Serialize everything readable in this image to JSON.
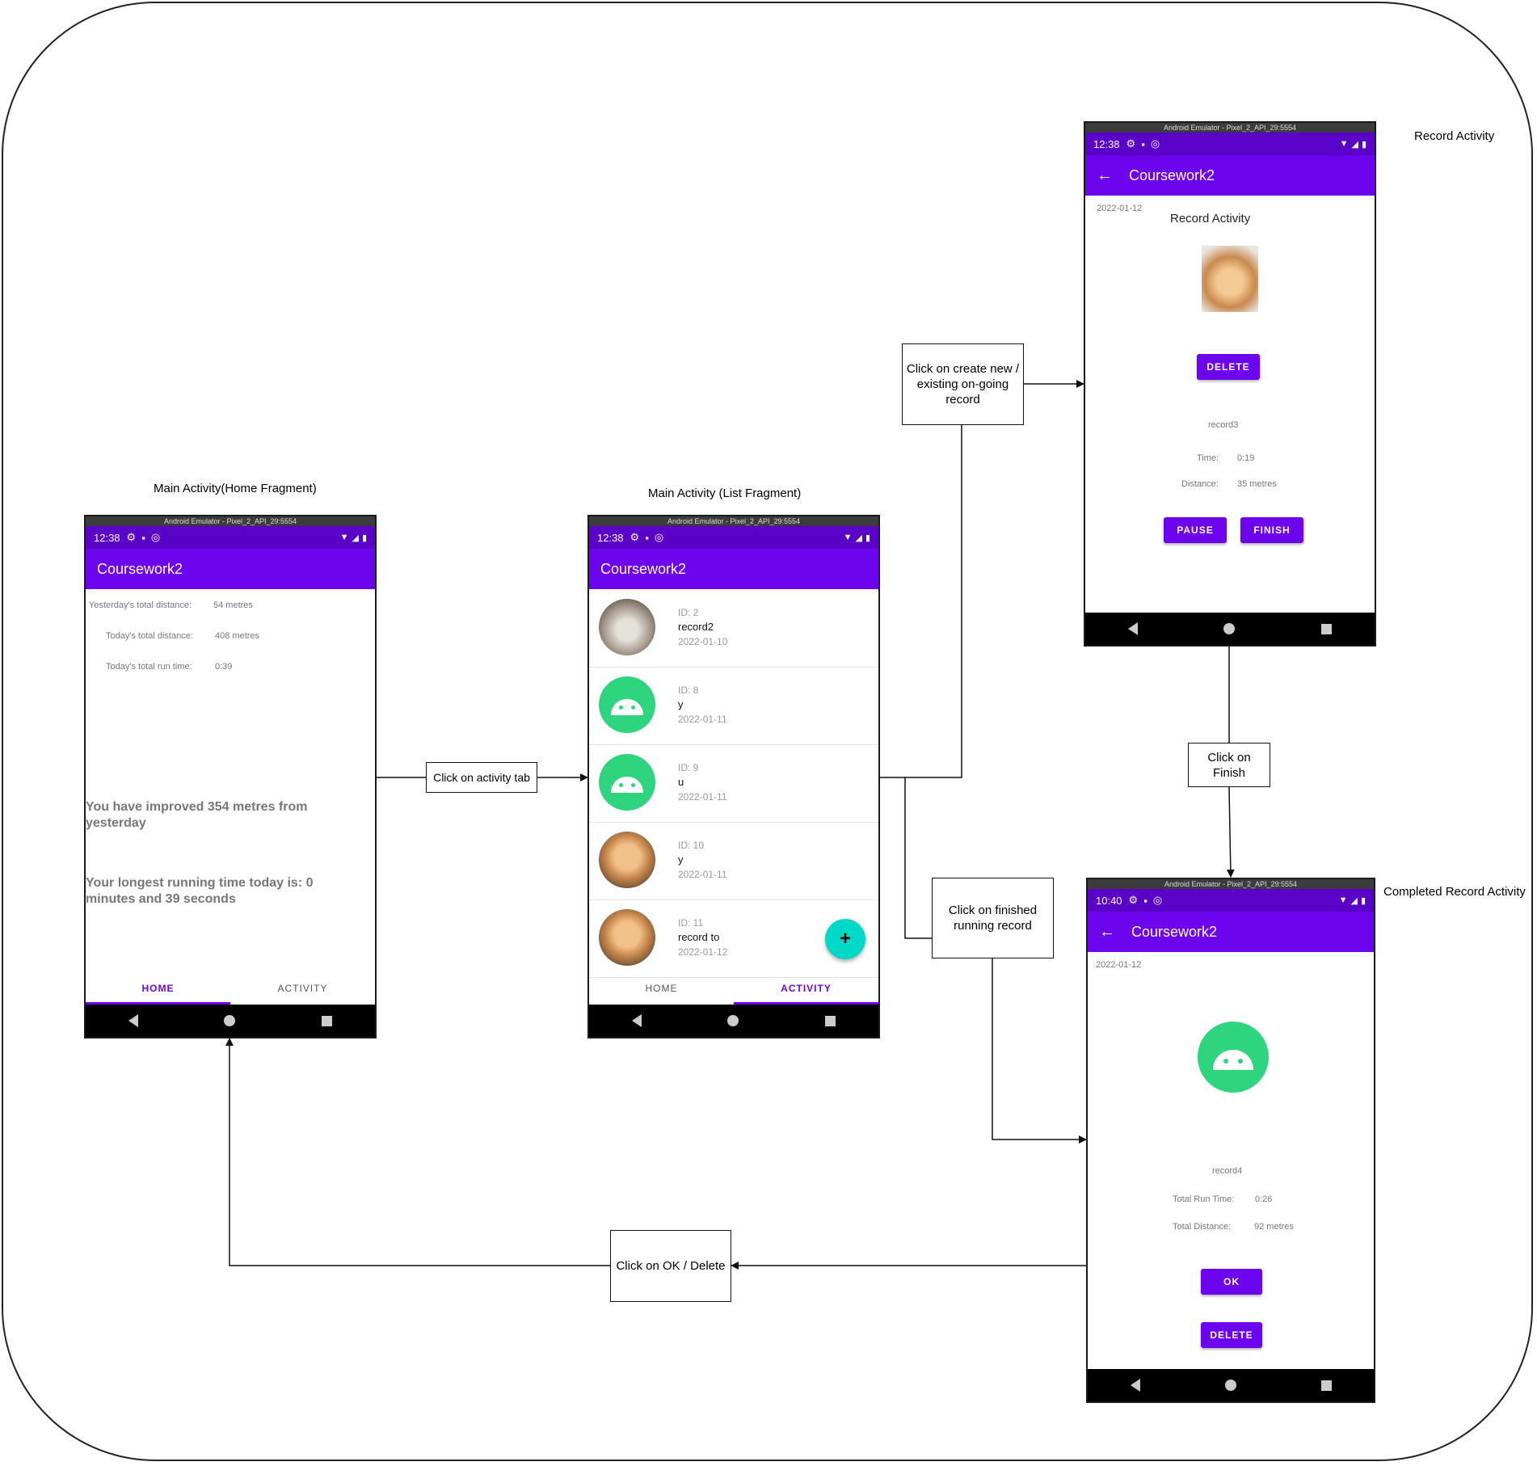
{
  "captions": {
    "home": "Main Activity(Home Fragment)",
    "list": "Main Activity (List Fragment)",
    "record": "Record Activity",
    "completed": "Completed Record Activity"
  },
  "boxes": {
    "activity_tab": "Click on activity tab",
    "create_record": "Click on create new / existing on-going record",
    "finish": "Click on Finish",
    "finished_record": "Click on finished running record",
    "ok_delete": "Click on OK / Delete"
  },
  "emulator_title": "Android Emulator - Pixel_2_API_29:5554",
  "app_title": "Coursework2",
  "home": {
    "time": "12:38",
    "yesterday_label": "Yesterday's total distance:",
    "yesterday_value": "54 metres",
    "today_label": "Today's total distance:",
    "today_value": "408 metres",
    "runtime_label": "Today's total run time:",
    "runtime_value": "0:39",
    "improved": "You have improved 354 metres from yesterday",
    "longest": "Your longest running time today is: 0 minutes and 39 seconds",
    "tab_home": "HOME",
    "tab_activity": "ACTIVITY"
  },
  "list": {
    "time": "12:38",
    "items": [
      {
        "id": "ID: 2",
        "name": "record2",
        "date": "2022-01-10"
      },
      {
        "id": "ID: 8",
        "name": "y",
        "date": "2022-01-11"
      },
      {
        "id": "ID: 9",
        "name": "u",
        "date": "2022-01-11"
      },
      {
        "id": "ID: 10",
        "name": "y",
        "date": "2022-01-11"
      },
      {
        "id": "ID: 11",
        "name": "record to",
        "date": "2022-01-12"
      }
    ],
    "fab": "+",
    "tab_home": "HOME",
    "tab_activity": "ACTIVITY"
  },
  "record": {
    "time": "12:38",
    "date": "2022-01-12",
    "heading": "Record Activity",
    "delete": "DELETE",
    "name": "record3",
    "time_label": "Time:",
    "time_value": "0:19",
    "distance_label": "Distance:",
    "distance_value": "35 metres",
    "pause": "PAUSE",
    "finish": "FINISH"
  },
  "completed": {
    "time": "10:40",
    "date": "2022-01-12",
    "name": "record4",
    "runtime_label": "Total Run Time:",
    "runtime_value": "0:26",
    "distance_label": "Total Distance:",
    "distance_value": "92 metres",
    "ok": "OK",
    "delete": "DELETE"
  },
  "colors": {
    "primary": "#6d04ee",
    "status": "#5b02c9",
    "fab": "#00d8c8",
    "android": "#2fd57e"
  }
}
